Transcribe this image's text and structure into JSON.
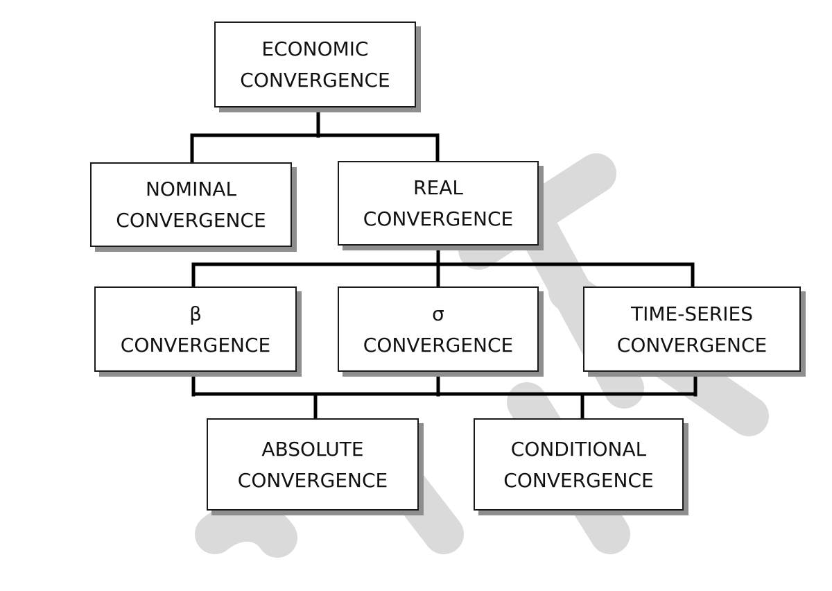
{
  "diagram": {
    "nodes": {
      "economic": {
        "line1": "ECONOMIC",
        "line2": "CONVERGENCE"
      },
      "nominal": {
        "line1": "NOMINAL",
        "line2": "CONVERGENCE"
      },
      "real": {
        "line1": "REAL",
        "line2": "CONVERGENCE"
      },
      "beta": {
        "line1": "β",
        "line2": "CONVERGENCE"
      },
      "sigma": {
        "line1": "σ",
        "line2": "CONVERGENCE"
      },
      "time_series": {
        "line1": "TIME-SERIES",
        "line2": "CONVERGENCE"
      },
      "absolute": {
        "line1": "ABSOLUTE",
        "line2": "CONVERGENCE"
      },
      "conditional": {
        "line1": "CONDITIONAL",
        "line2": "CONVERGENCE"
      }
    },
    "edges": [
      [
        "economic",
        "nominal"
      ],
      [
        "economic",
        "real"
      ],
      [
        "real",
        "beta"
      ],
      [
        "real",
        "sigma"
      ],
      [
        "real",
        "time_series"
      ],
      [
        "beta",
        "absolute"
      ],
      [
        "sigma",
        "absolute"
      ],
      [
        "time_series",
        "absolute"
      ],
      [
        "beta",
        "conditional"
      ],
      [
        "sigma",
        "conditional"
      ],
      [
        "time_series",
        "conditional"
      ]
    ],
    "colors": {
      "line": "#000000",
      "box_border": "#1a1a1a",
      "shadow": "#8e8e8e",
      "watermark": "#d9d9d9"
    }
  }
}
